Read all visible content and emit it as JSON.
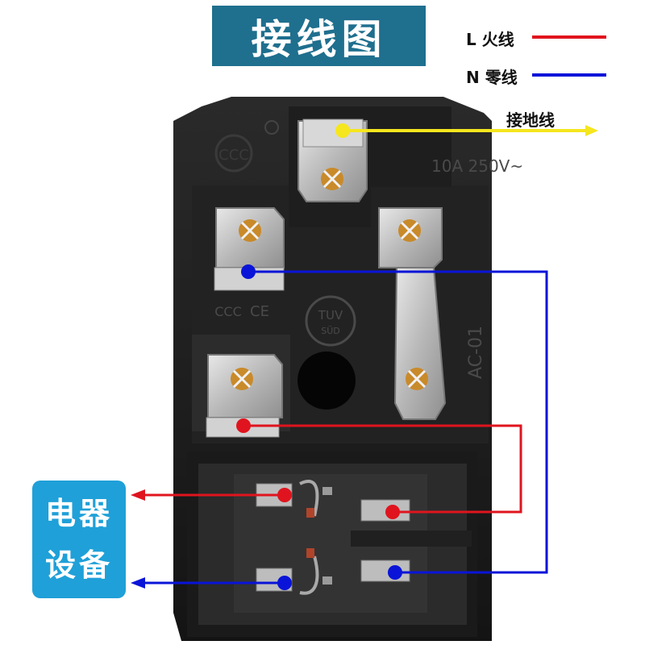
{
  "title": "接线图",
  "legend": {
    "live": {
      "label": "L 火线",
      "color": "#e0141e"
    },
    "neutral": {
      "label": "N 零线",
      "color": "#0a14d8"
    },
    "earth": {
      "label": "接地线",
      "color": "#f5e61e"
    }
  },
  "device": {
    "line1": "电器",
    "line2": "设备"
  },
  "socket_markings": {
    "rating": "10A 250V~",
    "model": "AC-01",
    "cert_tuv": "TUV",
    "cert_sud": "SÜD",
    "cert_ccc": "CCC",
    "cert_ce": "CE"
  },
  "colors": {
    "title_bg": "#1f6f8e",
    "device_bg": "#1fa0d8",
    "socket_body": "#1b1b1b",
    "terminal_metal": "#c9c9c9"
  }
}
